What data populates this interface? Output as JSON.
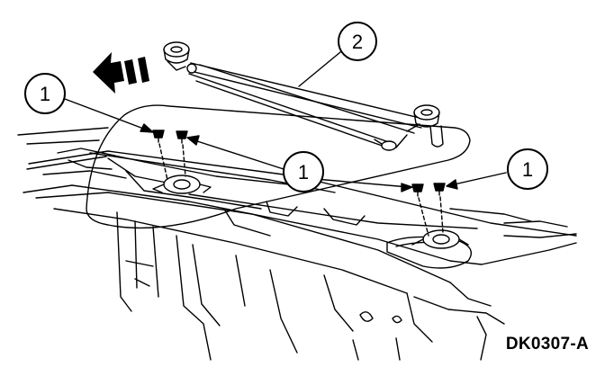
{
  "figure": {
    "id": "DK0307-A"
  },
  "callouts": [
    {
      "label": "1"
    },
    {
      "label": "2"
    },
    {
      "label": "1"
    },
    {
      "label": "1"
    }
  ]
}
